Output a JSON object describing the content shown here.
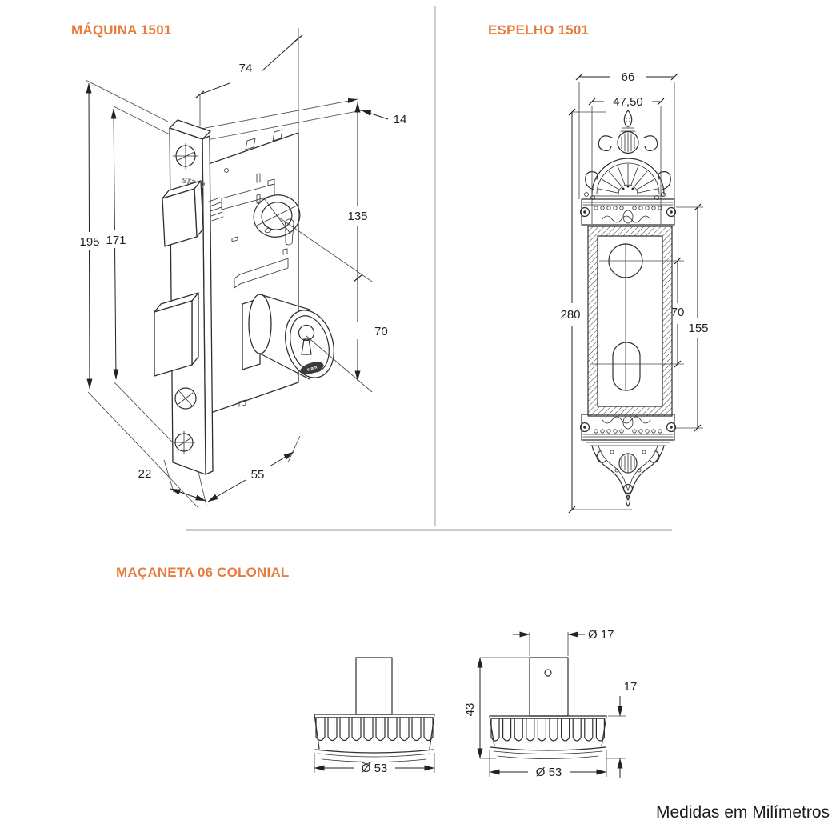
{
  "page": {
    "background": "#ffffff",
    "accent_color": "#e87c3e",
    "line_color": "#2f2f2f",
    "divider_color": "#cccccc",
    "footer_note": "Medidas em Milímetros"
  },
  "maquina": {
    "title": "MÁQUINA 1501",
    "brand_faceplate": "stam",
    "brand_cylinder": "stam",
    "dims": {
      "plate_height": "195",
      "case_height": "171",
      "case_depth": "74",
      "edge_thickness": "14",
      "top_to_spindle": "135",
      "spindle_to_cylinder": "70",
      "faceplate_offset": "22",
      "backset": "55"
    }
  },
  "espelho": {
    "title": "ESPELHO 1501",
    "dims": {
      "overall_width": "66",
      "plate_width": "47,50",
      "overall_height": "280",
      "hole_spacing": "70",
      "screw_spacing": "155"
    }
  },
  "macaneta": {
    "title": "MAÇANETA 06 COLONIAL",
    "left_view": {
      "knob_diameter": "Ø 53"
    },
    "right_view": {
      "stem_diameter": "Ø 17",
      "overall_height": "43",
      "knob_height": "17",
      "knob_diameter": "Ø 53"
    }
  }
}
